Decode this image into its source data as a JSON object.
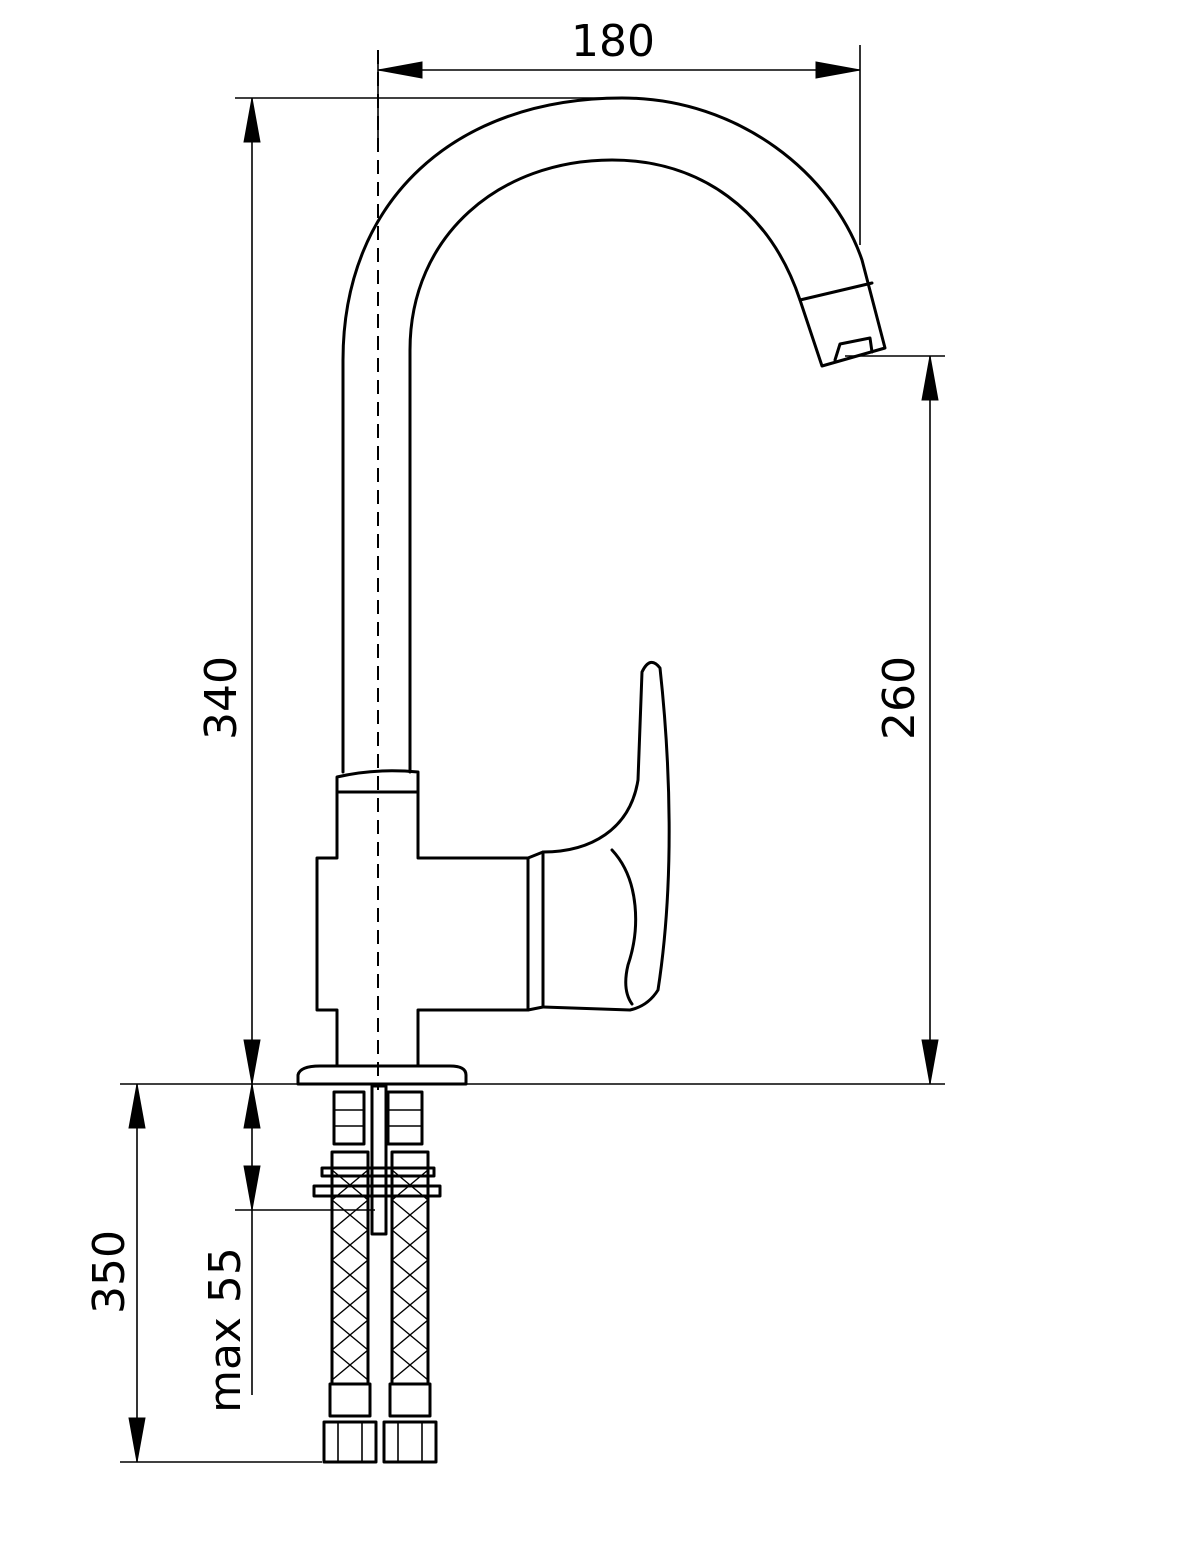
{
  "dimensions": {
    "spout_reach": "180",
    "total_height": "340",
    "spout_height": "260",
    "hose_length": "350",
    "mount_thickness": "max 55"
  },
  "colors": {
    "line": "#000000",
    "background": "#ffffff"
  }
}
